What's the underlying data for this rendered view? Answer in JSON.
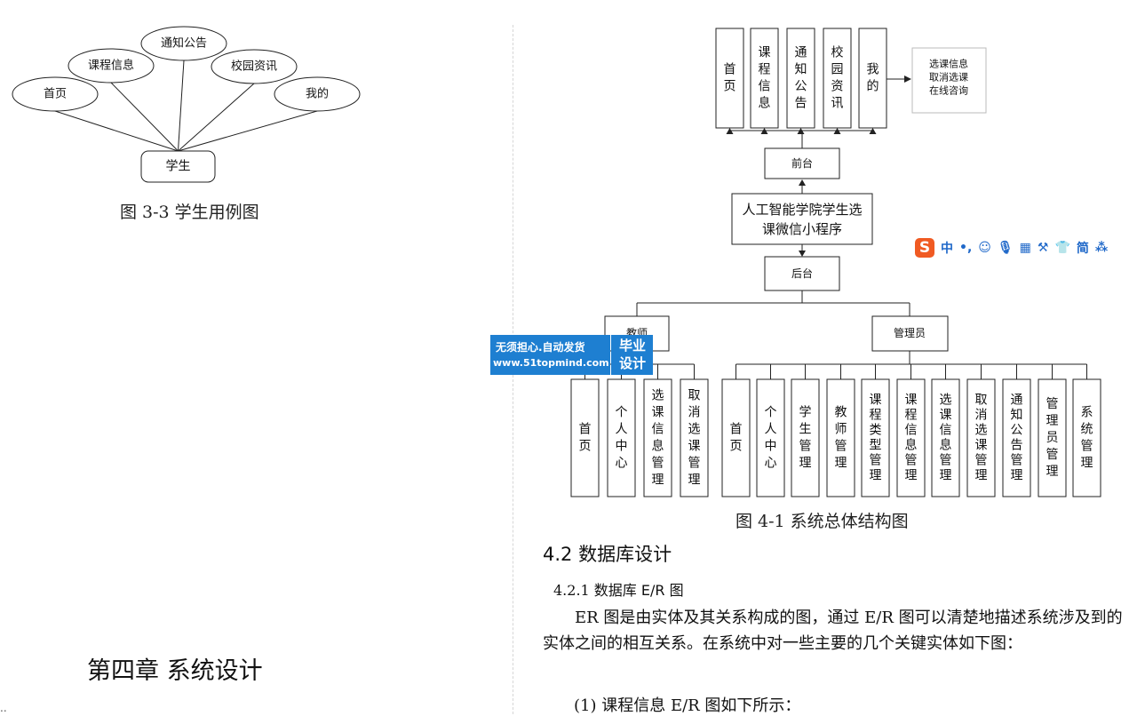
{
  "left_column": {
    "use_case": {
      "actor": "学生",
      "cases": [
        "首页",
        "课程信息",
        "通知公告",
        "校园资讯",
        "我的"
      ],
      "caption": "图 3-3  学生用例图"
    },
    "chapter_title": "第四章  系统设计",
    "corner_mark": ".."
  },
  "structure_diagram": {
    "top_pages": [
      "首页",
      "课程信息",
      "通知公告",
      "校园资讯",
      "我的"
    ],
    "my_details": [
      "选课信息",
      "取消选课",
      "在线咨询"
    ],
    "front_label": "前台",
    "system_name": [
      "人工智能学院学生选",
      "课微信小程序"
    ],
    "back_label": "后台",
    "teacher_label": "教师",
    "admin_label": "管理员",
    "teacher_modules": [
      "首页",
      "个人中心",
      "选课信息管理",
      "取消选课管理"
    ],
    "admin_modules": [
      "首页",
      "个人中心",
      "学生管理",
      "教师管理",
      "课程类型管理",
      "课程信息管理",
      "选课信息管理",
      "取消选课管理",
      "通知公告管理",
      "管理员管理",
      "系统管理"
    ],
    "caption": "图 4-1  系统总体结构图"
  },
  "watermark": {
    "line1": "无须担心.自动发货",
    "line2": "www.51topmind.com",
    "badge": "毕业设计"
  },
  "ime_toolbar": {
    "logo": "S",
    "icons": [
      "中",
      "•,",
      "☺",
      "🎙",
      "▦",
      "⚒",
      "👕",
      "简",
      "⁂"
    ],
    "icon_names": [
      "chinese-mode-icon",
      "punctuation-icon",
      "emoji-icon",
      "voice-icon",
      "keyboard-icon",
      "tools-icon",
      "skin-icon",
      "simplified-icon",
      "apps-icon"
    ]
  },
  "section": {
    "heading": "4.2  数据库设计",
    "subheading_num": "4.2.1",
    "subheading_text": " 数据库 E/R 图",
    "paragraph": "ER 图是由实体及其关系构成的图，通过 E/R 图可以清楚地描述系统涉及到的实体之间的相互关系。在系统中对一些主要的几个关键实体如下图：",
    "list_item": "(1) 课程信息 E/R 图如下所示："
  }
}
